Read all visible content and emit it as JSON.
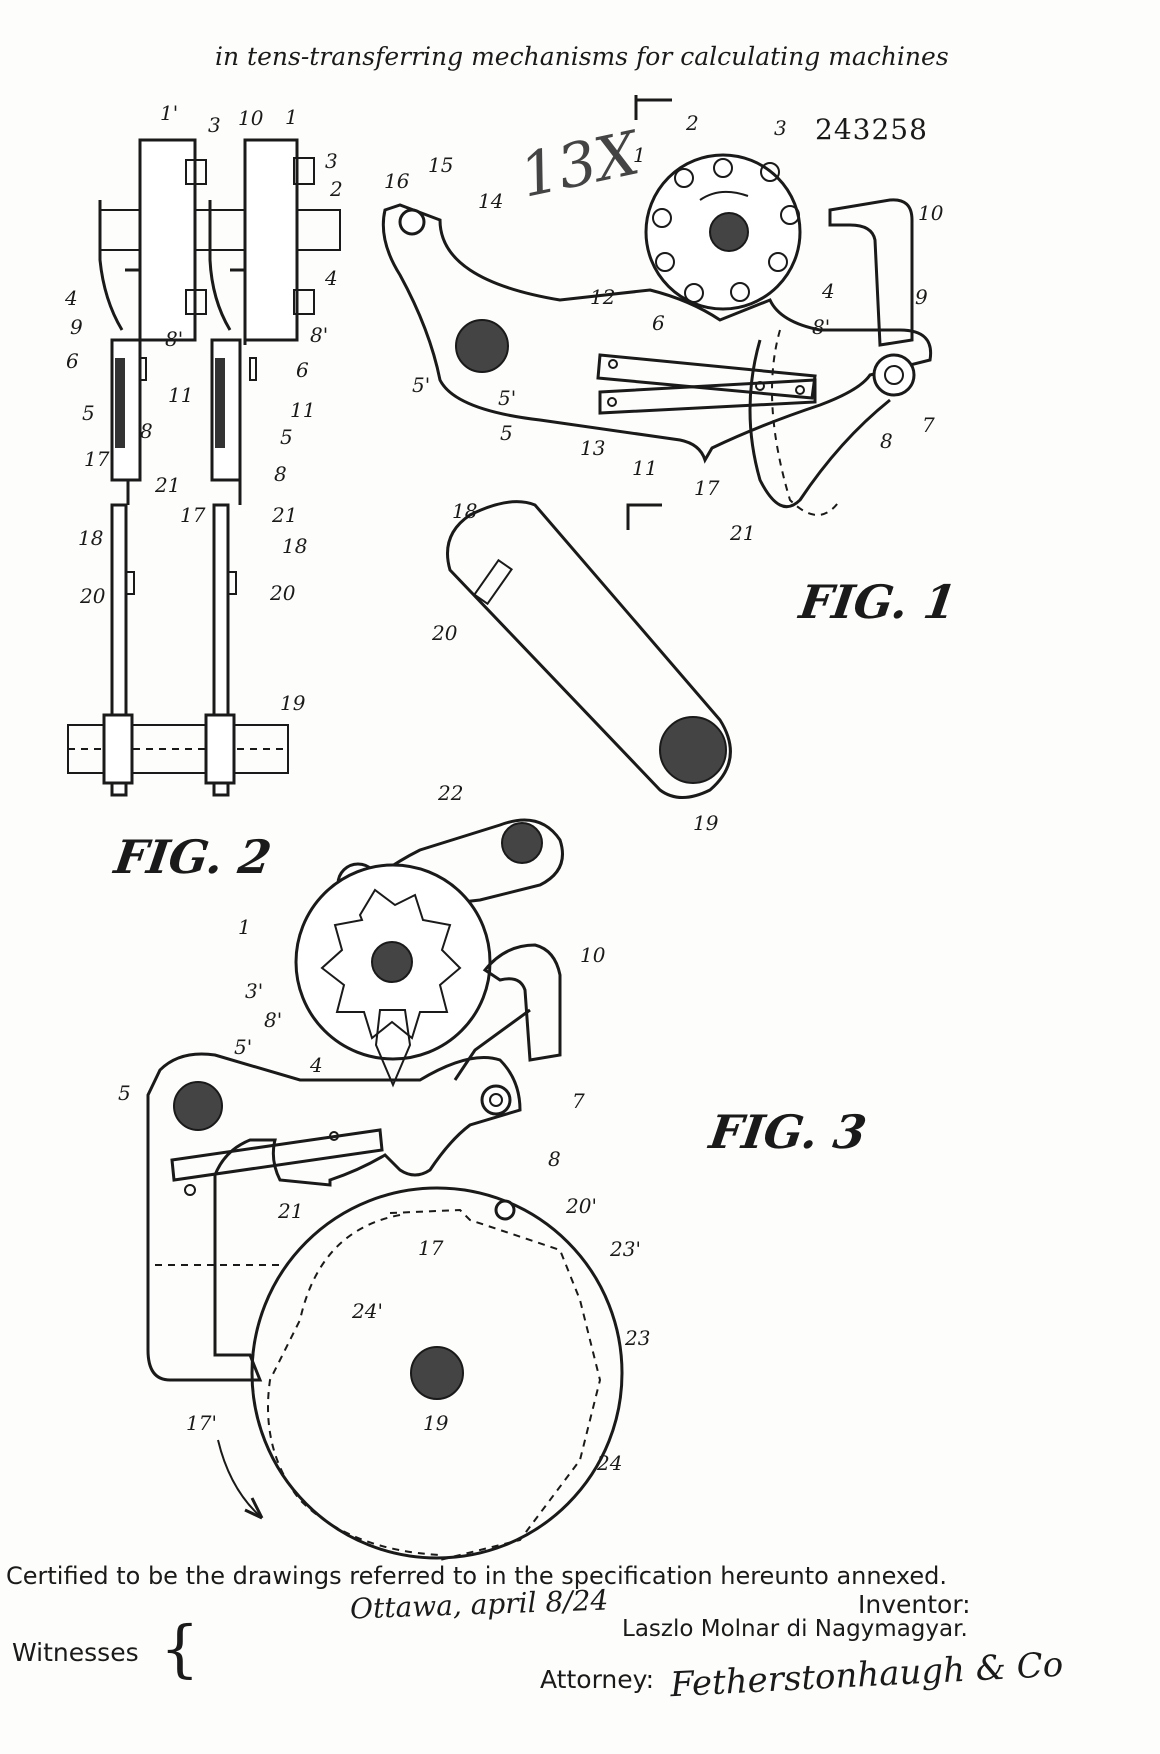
{
  "header": {
    "title_handwritten": "in tens-transferring mechanisms for calculating machines",
    "patent_number": "243258",
    "stamp_mark": "13X"
  },
  "figures": {
    "fig1": {
      "caption": "FIG. 1",
      "labels": [
        "1",
        "2",
        "3",
        "4",
        "5",
        "5'",
        "5'",
        "6",
        "7",
        "8",
        "8'",
        "9",
        "10",
        "11",
        "12",
        "13",
        "14",
        "15",
        "16",
        "17",
        "18",
        "19",
        "20",
        "21"
      ]
    },
    "fig2": {
      "caption": "FIG. 2",
      "labels": [
        "1'",
        "3",
        "10",
        "1",
        "3",
        "2",
        "4",
        "4",
        "9",
        "8'",
        "8'",
        "6",
        "6",
        "11",
        "11",
        "5",
        "5",
        "17",
        "8",
        "8",
        "21",
        "17",
        "21",
        "18",
        "18",
        "20",
        "20",
        "19"
      ]
    },
    "fig3": {
      "caption": "FIG. 3",
      "labels": [
        "22",
        "1",
        "10",
        "3'",
        "8'",
        "4",
        "5'",
        "5",
        "7",
        "8",
        "21",
        "17",
        "20'",
        "23'",
        "24'",
        "23",
        "19",
        "24",
        "17'"
      ]
    }
  },
  "certification": {
    "statement": "Certified to be the drawings referred to in the specification hereunto annexed.",
    "place_date": "Ottawa, april 8/24",
    "inventor_label": "Inventor:",
    "inventor_name": "Laszlo Molnar di Nagymagyar.",
    "witnesses_label": "Witnesses",
    "attorney_label": "Attorney:",
    "attorney_signature": "Fetherstonhaugh & Co"
  }
}
